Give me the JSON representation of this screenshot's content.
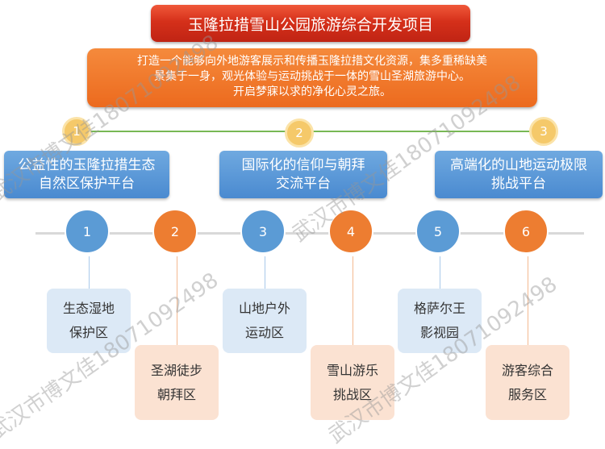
{
  "title": "玉隆拉措雪山公园旅游综合开发项目",
  "description": [
    "打造一个能够向外地游客展示和传播玉隆拉措文化资源，集多重稀缺美",
    "景集于一身，观光体验与运动挑战于一体的雪山圣湖旅游中心。",
    "开启梦寐以求的净化心灵之旅。"
  ],
  "platforms": [
    {
      "num": "1",
      "label": "公益性的玉隆拉措生态自然区保护平台"
    },
    {
      "num": "2",
      "label": "国际化的信仰与朝拜交流平台"
    },
    {
      "num": "3",
      "label": "高端化的山地运动极限挑战平台"
    }
  ],
  "zones": [
    {
      "num": "1",
      "label": "生态湿地保护区",
      "color": "#5b9bd5"
    },
    {
      "num": "2",
      "label": "圣湖徒步朝拜区",
      "color": "#ed7d31"
    },
    {
      "num": "3",
      "label": "山地户外运动区",
      "color": "#5b9bd5"
    },
    {
      "num": "4",
      "label": "雪山游乐挑战区",
      "color": "#ed7d31"
    },
    {
      "num": "5",
      "label": "格萨尔王影视园",
      "color": "#5b9bd5"
    },
    {
      "num": "6",
      "label": "游客综合服务区",
      "color": "#ed7d31"
    }
  ],
  "watermark": "武汉市博文佳18071092498"
}
